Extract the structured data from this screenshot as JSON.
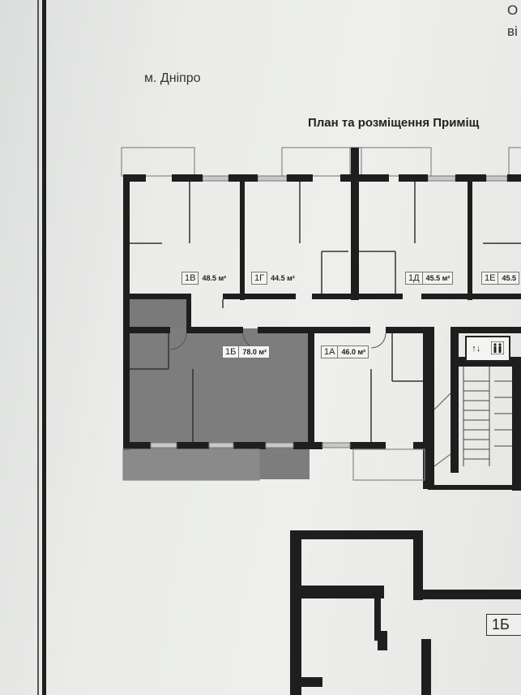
{
  "header": {
    "corner_top": "О",
    "corner_bottom": "ві",
    "city": "м. Дніпро",
    "title": "План та розміщення Приміщ"
  },
  "rooms": [
    {
      "id": "1В",
      "area": "48.5 м²"
    },
    {
      "id": "1Г",
      "area": "44.5 м²"
    },
    {
      "id": "1Д",
      "area": "45.5 м²"
    },
    {
      "id": "1Е",
      "area": "45.5"
    },
    {
      "id": "1Б",
      "area": "78.0 м²"
    },
    {
      "id": "1А",
      "area": "46.0 м²"
    }
  ],
  "lower_plan": {
    "label": "1Б"
  },
  "elevator": {
    "arrows": "↑↓",
    "icon": "people-icon"
  }
}
